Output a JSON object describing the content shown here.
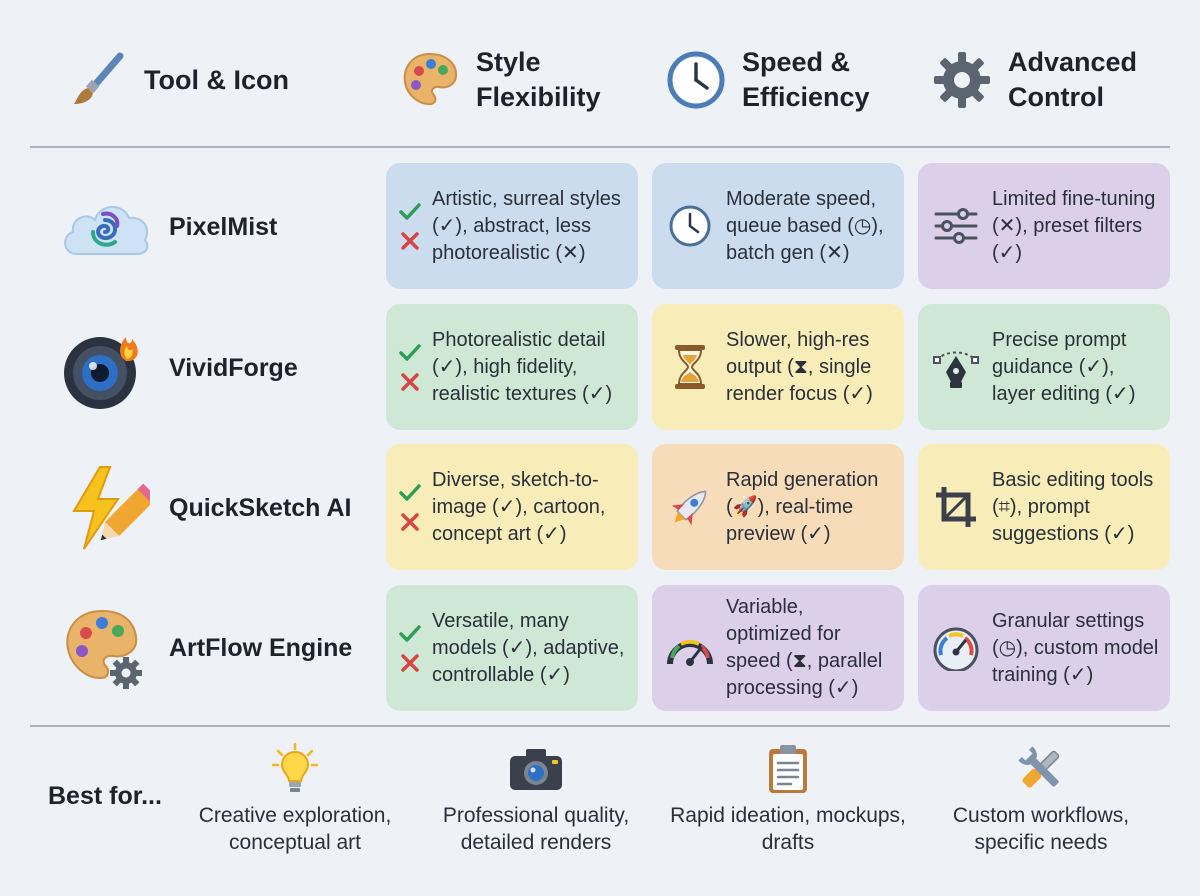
{
  "headers": {
    "tool": "Tool & Icon",
    "style": [
      "Style",
      "Flexibility"
    ],
    "speed": [
      "Speed &",
      "Efficiency"
    ],
    "control": [
      "Advanced",
      "Control"
    ]
  },
  "tools": [
    {
      "name": "PixelMist",
      "style": "Artistic, surreal styles (✓), abstract, less photorealistic (✕)",
      "speed": "Moderate speed, queue based (◷), batch gen (✕)",
      "control": "Limited fine-tuning (✕), preset filters (✓)"
    },
    {
      "name": "VividForge",
      "style": "Photorealistic detail (✓), high fidelity, realistic textures (✓)",
      "speed": "Slower, high-res output (⧗, single render focus (✓)",
      "control": "Precise prompt guidance (✓), layer editing (✓)"
    },
    {
      "name": "QuickSketch AI",
      "style": "Diverse, sketch-to-image (✓), cartoon, concept art (✓)",
      "speed": "Rapid generation (🚀), real-time preview (✓)",
      "control": "Basic editing tools (⌗), prompt suggestions (✓)"
    },
    {
      "name": "ArtFlow Engine",
      "style": "Versatile, many models (✓), adaptive, controllable (✓)",
      "speed": "Variable, optimized for speed (⧗, parallel processing (✓)",
      "control": "Granular settings (◷), custom model training (✓)"
    }
  ],
  "best_for": {
    "label": "Best for...",
    "items": [
      "Creative exploration, conceptual art",
      "Professional quality, detailed renders",
      "Rapid ideation, mockups, drafts",
      "Custom workflows, specific needs"
    ]
  },
  "colors": {
    "blue": "#cbdcee",
    "green": "#cfe8d6",
    "yellow": "#f8edb8",
    "orange": "#f7dcb9",
    "purple": "#dccfea",
    "check": "#2f9e55",
    "cross": "#d64545"
  }
}
